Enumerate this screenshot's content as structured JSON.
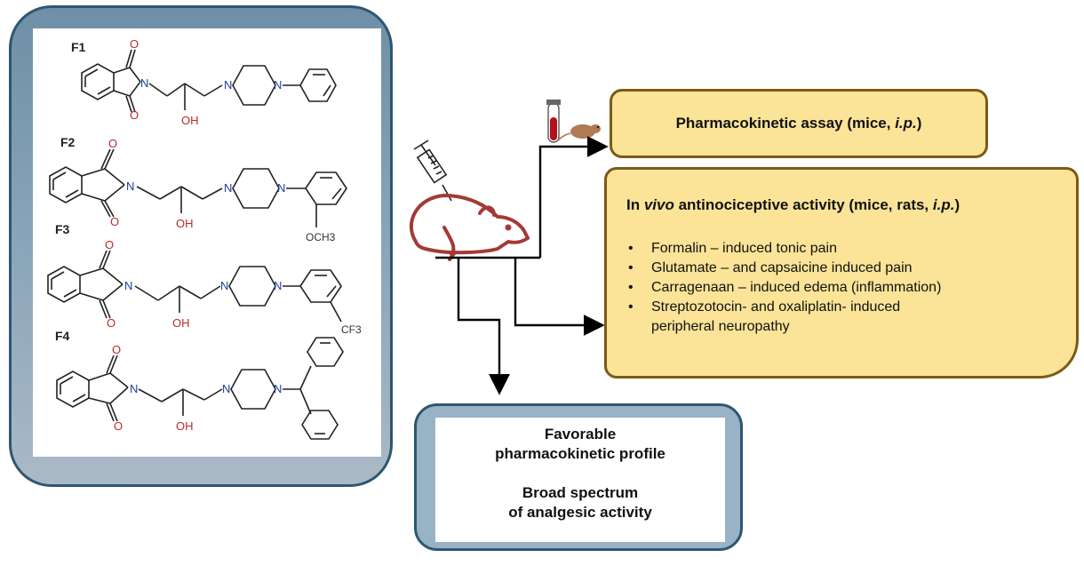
{
  "compounds": {
    "f1_label": "F1",
    "f2_label": "F2",
    "f3_label": "F3",
    "f4_label": "F4",
    "oh": "OH",
    "o": "O",
    "n": "N",
    "och3": "OCH3",
    "cf3": "CF3"
  },
  "pk_assay": {
    "label_prefix": "Pharmacokinetic assay (mice, ",
    "label_route": "i.p.",
    "label_suffix": ")"
  },
  "activity": {
    "title_prefix": "In ",
    "title_vivo": "vivo",
    "title_mid": " antinociceptive  activity (mice, rats, ",
    "title_route": "i.p.",
    "title_suffix": ")",
    "items": [
      "Formalin – induced tonic pain",
      "Glutamate – and capsaicine induced pain",
      "Carragenaan – induced edema (inflammation)",
      "Streptozotocin- and oxaliplatin- induced",
      "peripheral neuropathy"
    ]
  },
  "outcome": {
    "line1": "Favorable",
    "line2": "pharmacokinetic profile",
    "line3": "Broad spectrum",
    "line4": "of analgesic activity"
  },
  "colors": {
    "frame_border": "#2e5670",
    "box_fill": "#fbe497",
    "box_border": "#7a5a16",
    "oxygen": "#c0282a",
    "nitrogen": "#1a3fa0",
    "mouse": "#a33a36"
  }
}
